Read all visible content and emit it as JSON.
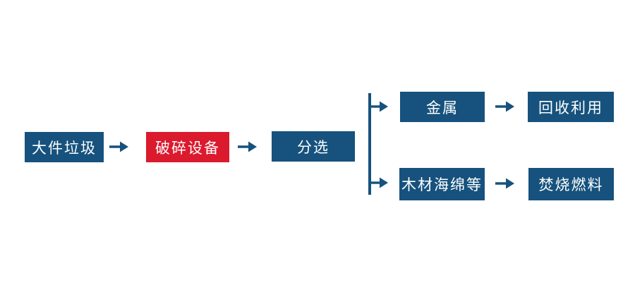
{
  "colors": {
    "background": "#ffffff",
    "node_blue": "#16527d",
    "node_red": "#db1a2e",
    "arrow_blue": "#16527d",
    "node_text": "#ffffff"
  },
  "icons": {
    "flow_arrow": "→"
  },
  "flowchart": {
    "main_flow": {
      "nodes": [
        {
          "label": "大件垃圾",
          "style": "blue"
        },
        {
          "label": "破碎设备",
          "style": "red"
        },
        {
          "label": "分选",
          "style": "blue"
        }
      ]
    },
    "branches": {
      "top": {
        "nodes": [
          {
            "label": "金属"
          },
          {
            "label": "回收利用"
          }
        ]
      },
      "bottom": {
        "nodes": [
          {
            "label": "木材海绵等"
          },
          {
            "label": "焚烧燃料"
          }
        ]
      }
    }
  }
}
